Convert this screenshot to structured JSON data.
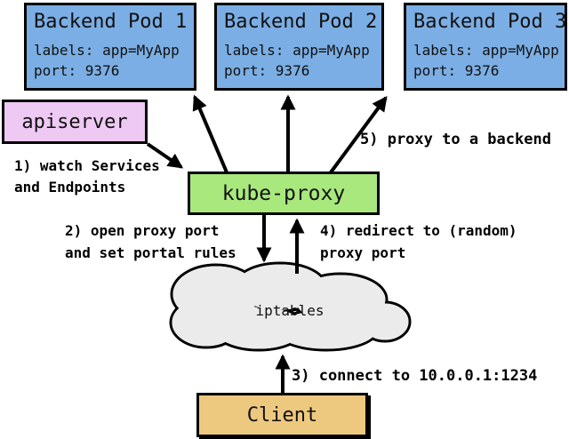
{
  "colors": {
    "pod-blue": "#7BAEE4",
    "proxy-green": "#A8E87C",
    "apiserver-pink": "#EEC9F4",
    "client-tan": "#EDC87F",
    "cloud-gray": "#EBEBEB",
    "line-black": "#000000"
  },
  "pods": [
    {
      "title": "Backend Pod 1",
      "labels": "labels: app=MyApp",
      "port": "port: 9376"
    },
    {
      "title": "Backend Pod 2",
      "labels": "labels: app=MyApp",
      "port": "port: 9376"
    },
    {
      "title": "Backend Pod 3",
      "labels": "labels: app=MyApp",
      "port": "port: 9376"
    }
  ],
  "apiserver": {
    "label": "apiserver"
  },
  "kube_proxy": {
    "label": "kube-proxy"
  },
  "client": {
    "label": "Client"
  },
  "iptables": {
    "label": "iptables"
  },
  "steps": {
    "s1": {
      "line1": "1) watch Services",
      "line2": "and Endpoints"
    },
    "s2": {
      "line1": "2) open proxy port",
      "line2": "and set portal rules"
    },
    "s3": {
      "line1": "3) connect to 10.0.0.1:1234"
    },
    "s4": {
      "line1": "4) redirect to (random)",
      "line2": "proxy port"
    },
    "s5": {
      "line1": "5) proxy to a backend"
    }
  }
}
